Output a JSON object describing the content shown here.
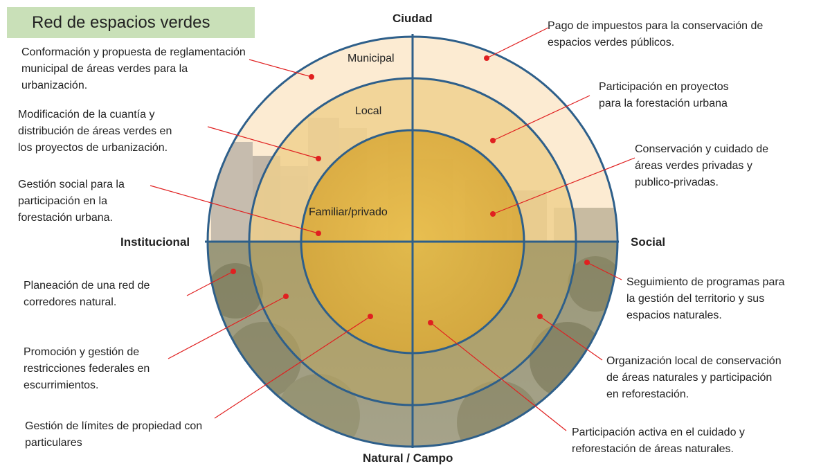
{
  "title": "Red de espacios verdes",
  "axes": {
    "top": "Ciudad",
    "bottom": "Natural / Campo",
    "left": "Institucional",
    "right": "Social"
  },
  "rings": {
    "outer": "Municipal",
    "middle": "Local",
    "inner": "Familiar/privado"
  },
  "colors": {
    "ring_stroke": "#2e5f8a",
    "pointer_line": "#e02020",
    "pointer_dot": "#e02020",
    "outer_fill_top": "#fcebd2",
    "middle_fill_top": "#f0cf8a",
    "inner_fill": "#e7bb45",
    "bottom_fill": "#8c8c6a",
    "title_bg": "#c9e0b8"
  },
  "labels": {
    "l1": "Conformación y propuesta de reglamentación\nmunicipal de áreas verdes para la\nurbanización.",
    "l2": "Modificación de la cuantía y\ndistribución de áreas verdes en\nlos proyectos de urbanización.",
    "l3": "Gestión social para la\nparticipación en la\nforestación urbana.",
    "l4": "Planeación de una red de\ncorredores natural.",
    "l5": "Promoción y gestión de\nrestricciones federales en\nescurrimientos.",
    "l6": "Gestión de límites de propiedad con\nparticulares",
    "r1": "Pago de impuestos para la conservación de\nespacios verdes públicos.",
    "r2": "Participación en proyectos\npara la forestación urbana",
    "r3": "Conservación y cuidado de\náreas verdes privadas y\npublico-privadas.",
    "r4": "Seguimiento de programas para\nla gestión del territorio y sus\nespacios naturales.",
    "r5": "Organización local de conservación\nde áreas naturales y participación\nen  reforestación.",
    "r6": "Participación activa en el cuidado y\nreforestación de áreas naturales."
  }
}
